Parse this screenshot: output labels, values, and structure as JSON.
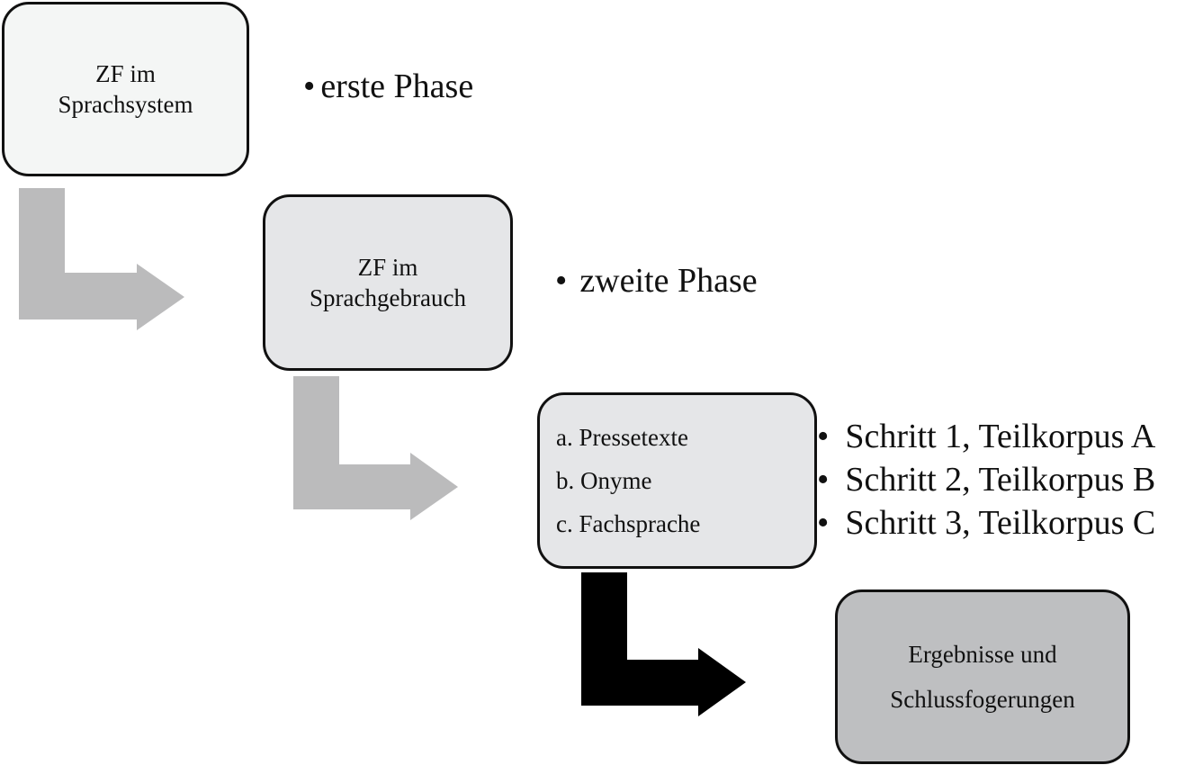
{
  "boxes": {
    "system": {
      "line1": "ZF im",
      "line2": "Sprachsystem"
    },
    "usage": {
      "line1": "ZF im",
      "line2": "Sprachgebrauch"
    },
    "corpora": {
      "items": [
        "a. Pressetexte",
        "b. Onyme",
        "c. Fachsprache"
      ]
    },
    "results": {
      "line1": "Ergebnisse und",
      "line2": "Schlussfogerungen"
    }
  },
  "phases": {
    "bullet": "•",
    "first": "erste Phase",
    "second": "zweite Phase"
  },
  "steps": [
    "Schritt 1, Teilkorpus A",
    "Schritt 2, Teilkorpus B",
    "Schritt 3, Teilkorpus C"
  ],
  "colors": {
    "arrow_light": "#bbbbbc",
    "arrow_dark": "#000000",
    "box_border": "#111111",
    "box_system": "#f4f6f5",
    "box_usage": "#e5e6e8",
    "box_corpora": "#e5e6e8",
    "box_results": "#bebfc1"
  }
}
